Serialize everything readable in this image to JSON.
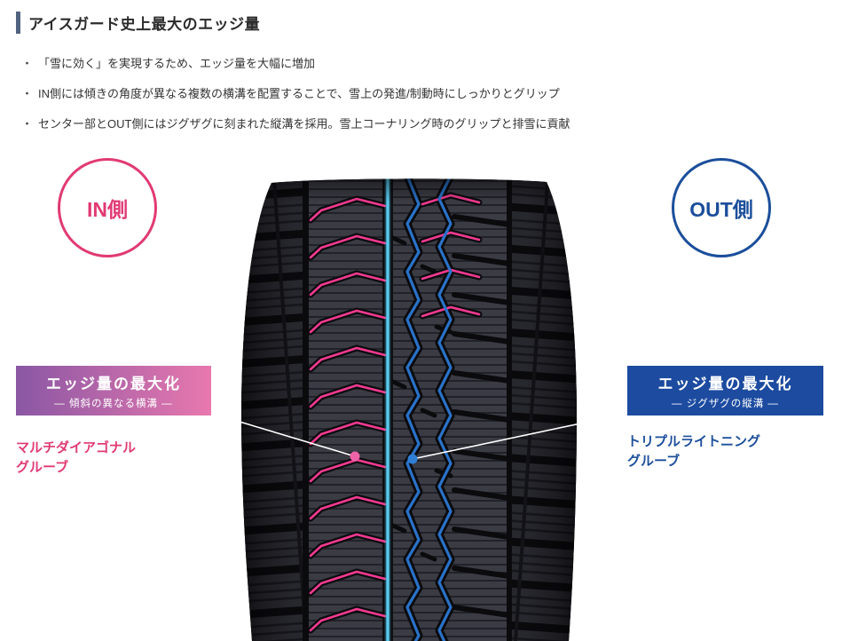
{
  "header": {
    "title": "アイスガード史上最大のエッジ量",
    "accent_color": "#51627f",
    "text_color": "#2b2b2b"
  },
  "bullets": [
    "「雪に効く」を実現するため、エッジ量を大幅に増加",
    "IN側には傾きの角度が異なる複数の横溝を配置することで、雪上の発進/制動時にしっかりとグリップ",
    "センター部とOUT側にはジグザグに刻まれた縦溝を採用。雪上コーナリング時のグリップと排雪に貢献"
  ],
  "side_badges": {
    "in": {
      "label": "IN側",
      "color": "#e13a74"
    },
    "out": {
      "label": "OUT側",
      "color": "#1b4e9b"
    }
  },
  "callouts": {
    "left": {
      "title": "エッジ量の最大化",
      "subtitle": "― 傾斜の異なる横溝 ―",
      "caption_line1": "マルチダイアゴナル",
      "caption_line2": "グルーブ",
      "gradient_from": "#8a57a4",
      "gradient_to": "#e878ae",
      "caption_color": "#e13a74"
    },
    "right": {
      "title": "エッジ量の最大化",
      "subtitle": "― ジグザグの縦溝 ―",
      "caption_line1": "トリプルライトニング",
      "caption_line2": "グルーブ",
      "background": "#1c4ba0",
      "caption_color": "#1b4e9b"
    }
  },
  "tire_highlights": {
    "lateral_groove_color": "#f23a90",
    "zigzag_groove_color": "#2a72c8",
    "center_groove_color": "#58cbee"
  }
}
